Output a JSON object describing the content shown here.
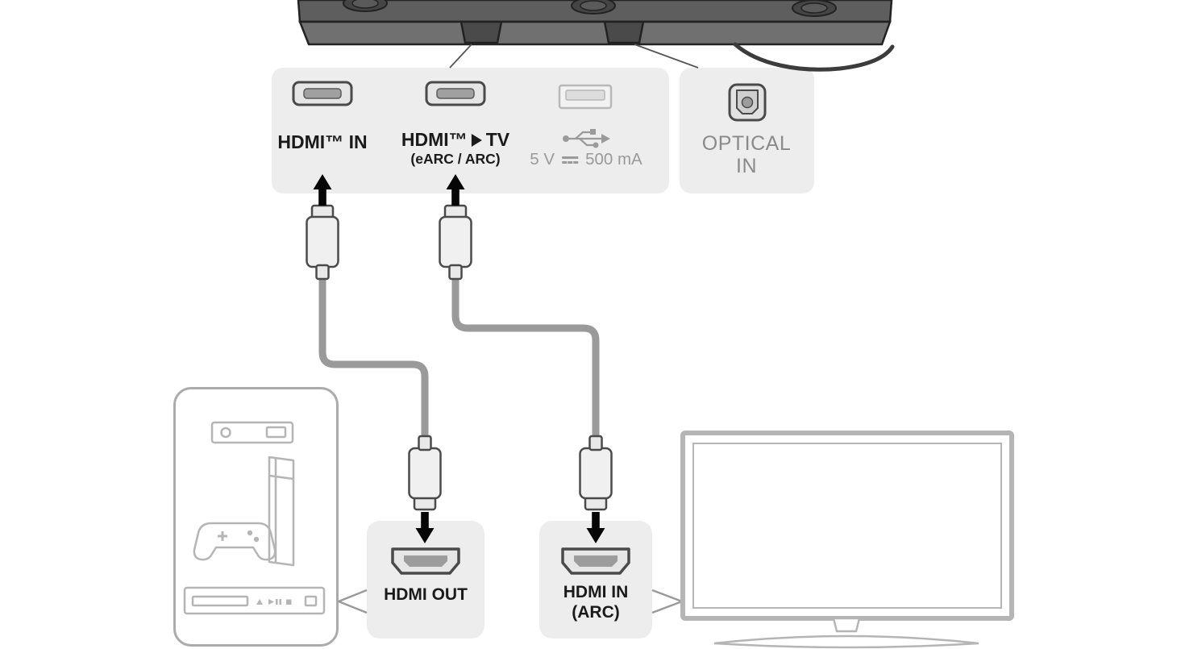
{
  "colors": {
    "panel_bg": "#ededed",
    "cable_gray": "#9a9a9a",
    "label_dark": "#1a1a1a",
    "label_gray": "#9a9a9a",
    "optical_gray": "#8a8a8a",
    "line_art_gray": "#b5b5b5",
    "soundbar_dark": "#5e5e5e",
    "arrow_black": "#060606"
  },
  "soundbar_panel": {
    "hdmi_in_label": "HDMI™ IN",
    "hdmi_tv_prefix": "HDMI™",
    "hdmi_tv_suffix": "TV",
    "earc_label": "(eARC / ARC)",
    "usb_voltage": "5 V",
    "usb_current": "500 mA"
  },
  "optical_panel": {
    "line1": "OPTICAL",
    "line2": "IN"
  },
  "hdmi_out_box": {
    "label": "HDMI OUT"
  },
  "hdmi_in_arc_box": {
    "line1": "HDMI IN",
    "line2": "(ARC)"
  },
  "icons": {
    "usb": "usb-trident-icon",
    "dc": "dc-symbol-icon",
    "tv_direction": "right-triangle-icon",
    "hdmi_port": "hdmi-port-icon",
    "optical_port": "optical-port-icon",
    "devices": [
      "settop-box-icon",
      "game-console-icon",
      "gamepad-icon",
      "disc-player-icon"
    ],
    "tv": "tv-icon"
  }
}
